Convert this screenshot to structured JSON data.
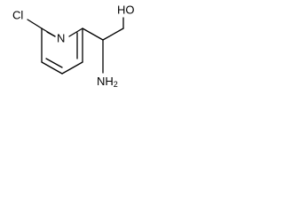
{
  "molecule": {
    "atoms": {
      "chlorine": "Cl",
      "ring_nitrogen": "N",
      "hydroxyl": "HO",
      "amine": "NH2"
    },
    "colors": {
      "bond": "#000000",
      "text": "#000000",
      "background": "#ffffff"
    }
  }
}
